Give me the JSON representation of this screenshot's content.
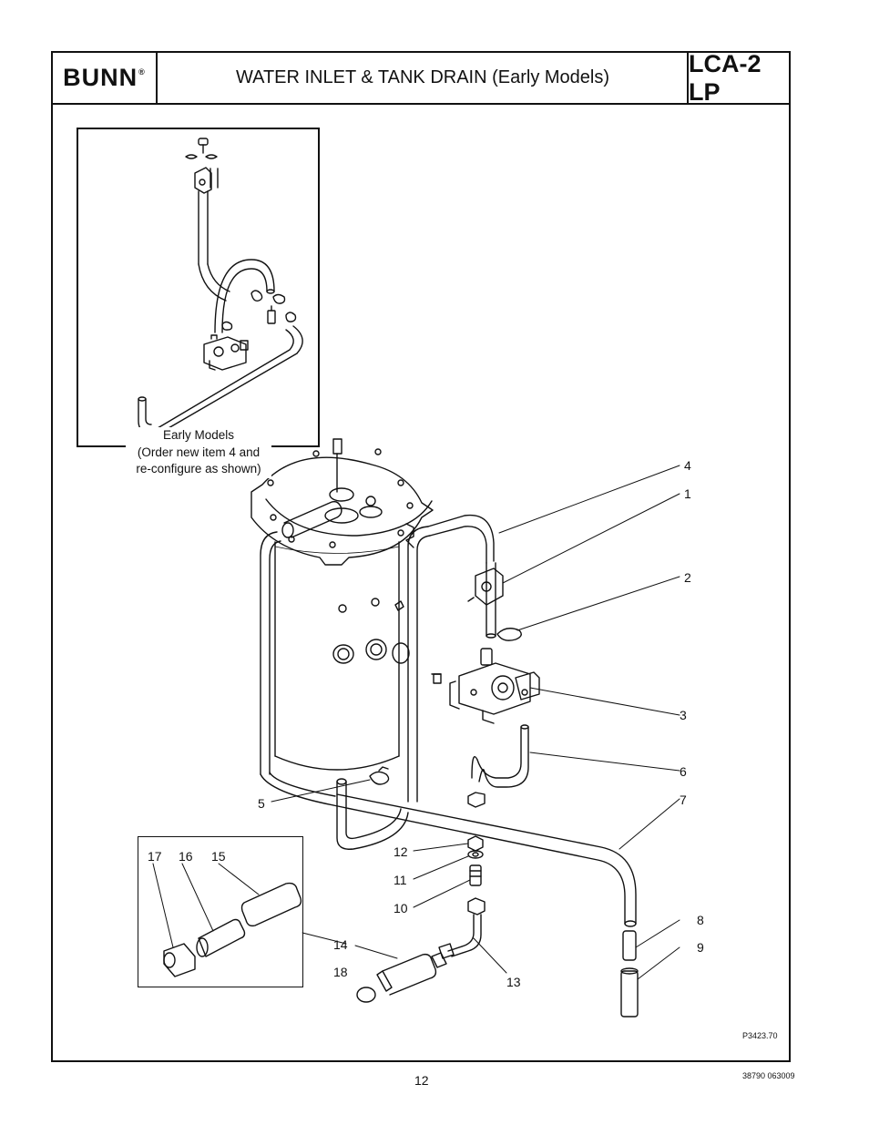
{
  "header": {
    "brand": "BUNN",
    "brand_mark": "®",
    "title": "WATER INLET & TANK DRAIN (Early Models)",
    "model": "LCA-2 LP"
  },
  "inset_note": {
    "line1": "Early Models",
    "line2": "(Order new item 4 and",
    "line3": "re-configure as shown)"
  },
  "callouts": [
    "4",
    "1",
    "2",
    "3",
    "6",
    "7",
    "5",
    "8",
    "9",
    "12",
    "11",
    "10",
    "14",
    "18",
    "13",
    "17",
    "16",
    "15"
  ],
  "figure_code": "P3423.70",
  "page_number": "12",
  "doc_code": "38790 063009"
}
